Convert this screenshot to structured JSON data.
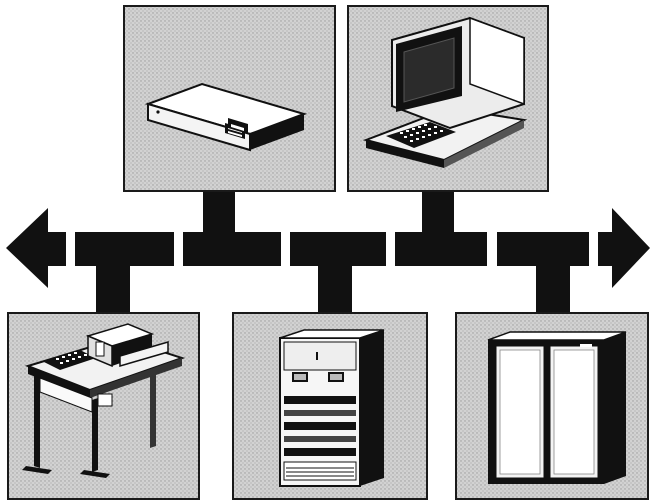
{
  "diagram": {
    "type": "network-bus-illustration",
    "bus": {
      "color": "#111111",
      "arrow_left": true,
      "arrow_right": true
    },
    "panel_fill": "#cfcfcf",
    "panel_stroke": "#1a1a1a",
    "devices": [
      {
        "id": "disk-drive",
        "icon": "disk-drive-icon",
        "row": "top"
      },
      {
        "id": "video-terminal",
        "icon": "video-terminal-icon",
        "row": "top"
      },
      {
        "id": "console-desk",
        "icon": "console-desk-icon",
        "row": "bottom"
      },
      {
        "id": "equipment-rack",
        "icon": "equipment-rack-icon",
        "row": "bottom"
      },
      {
        "id": "storage-cabinet",
        "icon": "storage-cabinet-icon",
        "row": "bottom"
      }
    ]
  }
}
